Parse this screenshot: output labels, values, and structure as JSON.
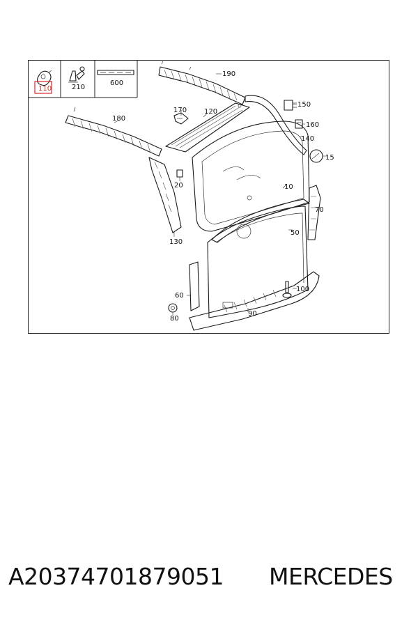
{
  "diagram": {
    "header_cells": [
      {
        "label": "110",
        "highlight": true,
        "highlight_color": "#e0242e"
      },
      {
        "label": "210",
        "highlight": false
      },
      {
        "label": "600",
        "highlight": false
      }
    ],
    "callouts": [
      "190",
      "180",
      "170",
      "120",
      "150",
      "160",
      "140",
      "15",
      "20",
      "10",
      "70",
      "50",
      "130",
      "100",
      "60",
      "90",
      "80"
    ]
  },
  "footer": {
    "part_number": "A20374701879051",
    "brand": "MERCEDES"
  }
}
